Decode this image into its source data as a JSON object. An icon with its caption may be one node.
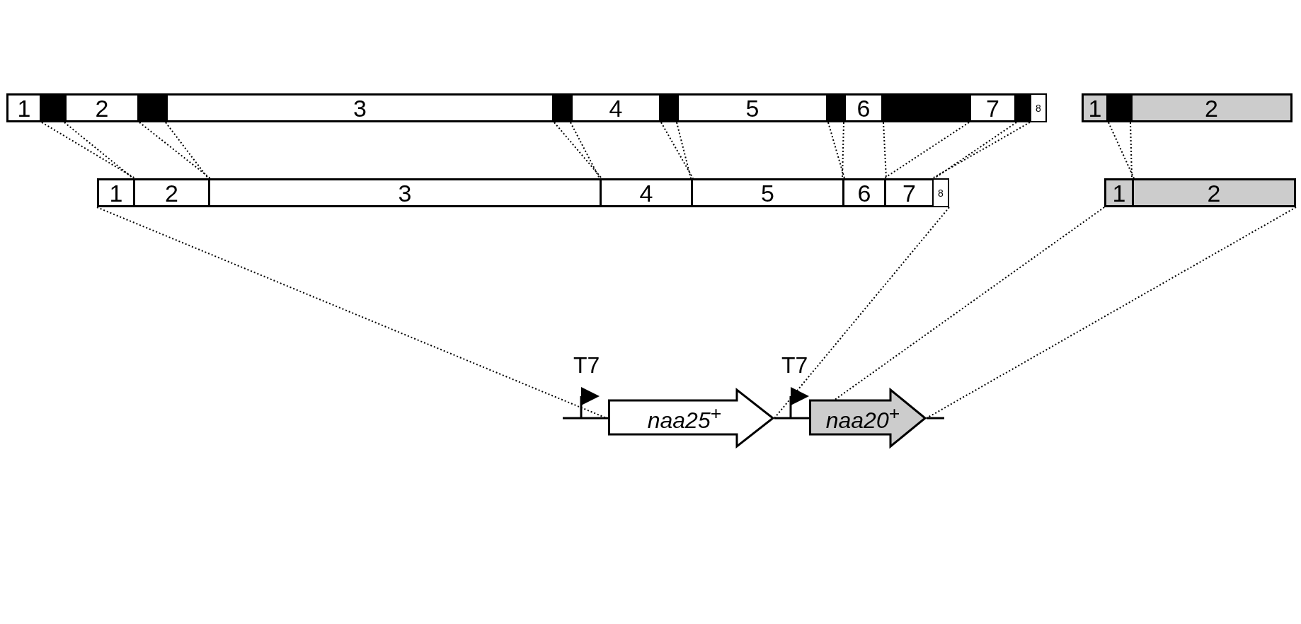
{
  "diagram": {
    "nodes": [
      {
        "text": [
          "1"
        ]
      },
      {
        "text": [
          "2"
        ]
      },
      {
        "text": [
          "3"
        ]
      },
      {
        "text": [
          "4"
        ]
      },
      {
        "text": [
          "5"
        ]
      },
      {
        "text": [
          "6"
        ]
      },
      {
        "text": [
          "7"
        ]
      },
      {
        "text": [
          "8"
        ]
      },
      {
        "text": [
          "1"
        ]
      },
      {
        "text": [
          "2"
        ]
      },
      {
        "text": [
          "3"
        ]
      },
      {
        "text": [
          "4"
        ]
      },
      {
        "text": [
          "5"
        ]
      },
      {
        "text": [
          "6"
        ]
      },
      {
        "text": [
          "7"
        ]
      },
      {
        "text": [
          "8"
        ]
      },
      {
        "text": [
          "1"
        ]
      },
      {
        "text": [
          "2"
        ]
      },
      {
        "text": [
          "1"
        ]
      },
      {
        "text": [
          "2"
        ]
      },
      {
        "text": [
          "*naa25*$^{+}$"
        ]
      },
      {
        "text": [
          "*naa20*$^{+}$"
        ]
      },
      {
        "text": [],
        "shape": "bar"
      },
      {
        "text": [],
        "shape": "bar"
      },
      {
        "text": [],
        "shape": "bar"
      },
      {
        "text": [],
        "shape": "bar"
      },
      {
        "text": [],
        "shape": "bar"
      },
      {
        "text": [],
        "shape": "bar"
      },
      {
        "text": [],
        "shape": "bar"
      },
      {
        "text": [],
        "shape": "bar"
      }
    ],
    "edges": [
      {
        "from": 0,
        "to": 8,
        "arrow": "none",
        "style": "dashed"
      },
      {
        "from": 1,
        "to": 9,
        "arrow": "none",
        "style": "dashed"
      },
      {
        "from": 1,
        "to": 9,
        "arrow": "none",
        "style": "dashed"
      },
      {
        "from": 2,
        "to": 10,
        "arrow": "none",
        "style": "dashed"
      },
      {
        "from": 2,
        "to": 10,
        "arrow": "none",
        "style": "dashed"
      },
      {
        "from": 3,
        "to": 11,
        "arrow": "none",
        "style": "dashed"
      },
      {
        "from": 3,
        "to": 11,
        "arrow": "none",
        "style": "dashed"
      },
      {
        "from": 4,
        "to": 12,
        "arrow": "none",
        "style": "dashed"
      },
      {
        "from": 4,
        "to": 12,
        "arrow": "none",
        "style": "dashed"
      },
      {
        "from": 5,
        "to": 13,
        "arrow": "none",
        "style": "dashed"
      },
      {
        "from": 5,
        "to": 13,
        "arrow": "none",
        "style": "dashed"
      },
      {
        "from": 6,
        "to": 14,
        "arrow": "none",
        "style": "dashed"
      },
      {
        "from": 6,
        "to": 14,
        "arrow": "none",
        "style": "dashed"
      },
      {
        "from": 7,
        "to": 15,
        "arrow": "none",
        "style": "dashed"
      },
      {
        "from": 16,
        "to": 18,
        "arrow": "none",
        "style": "dashed"
      },
      {
        "from": 17,
        "to": 19,
        "arrow": "none",
        "style": "dashed"
      },
      {
        "from": 8,
        "to": 20,
        "arrow": "none",
        "style": "dashed"
      },
      {
        "from": 15,
        "to": 20,
        "arrow": "none",
        "style": "dashed"
      },
      {
        "from": 18,
        "to": 21,
        "arrow": "none",
        "style": "dashed"
      },
      {
        "from": 19,
        "to": 21,
        "arrow": "none",
        "style": "dashed"
      },
      {
        "from": null,
        "to": 20,
        "arrow": "none"
      },
      {
        "from": 20,
        "to": 21,
        "arrow": "none"
      },
      {
        "from": 21,
        "to": null,
        "arrow": "none"
      }
    ],
    "labels": [
      "T7",
      "T7"
    ]
  }
}
